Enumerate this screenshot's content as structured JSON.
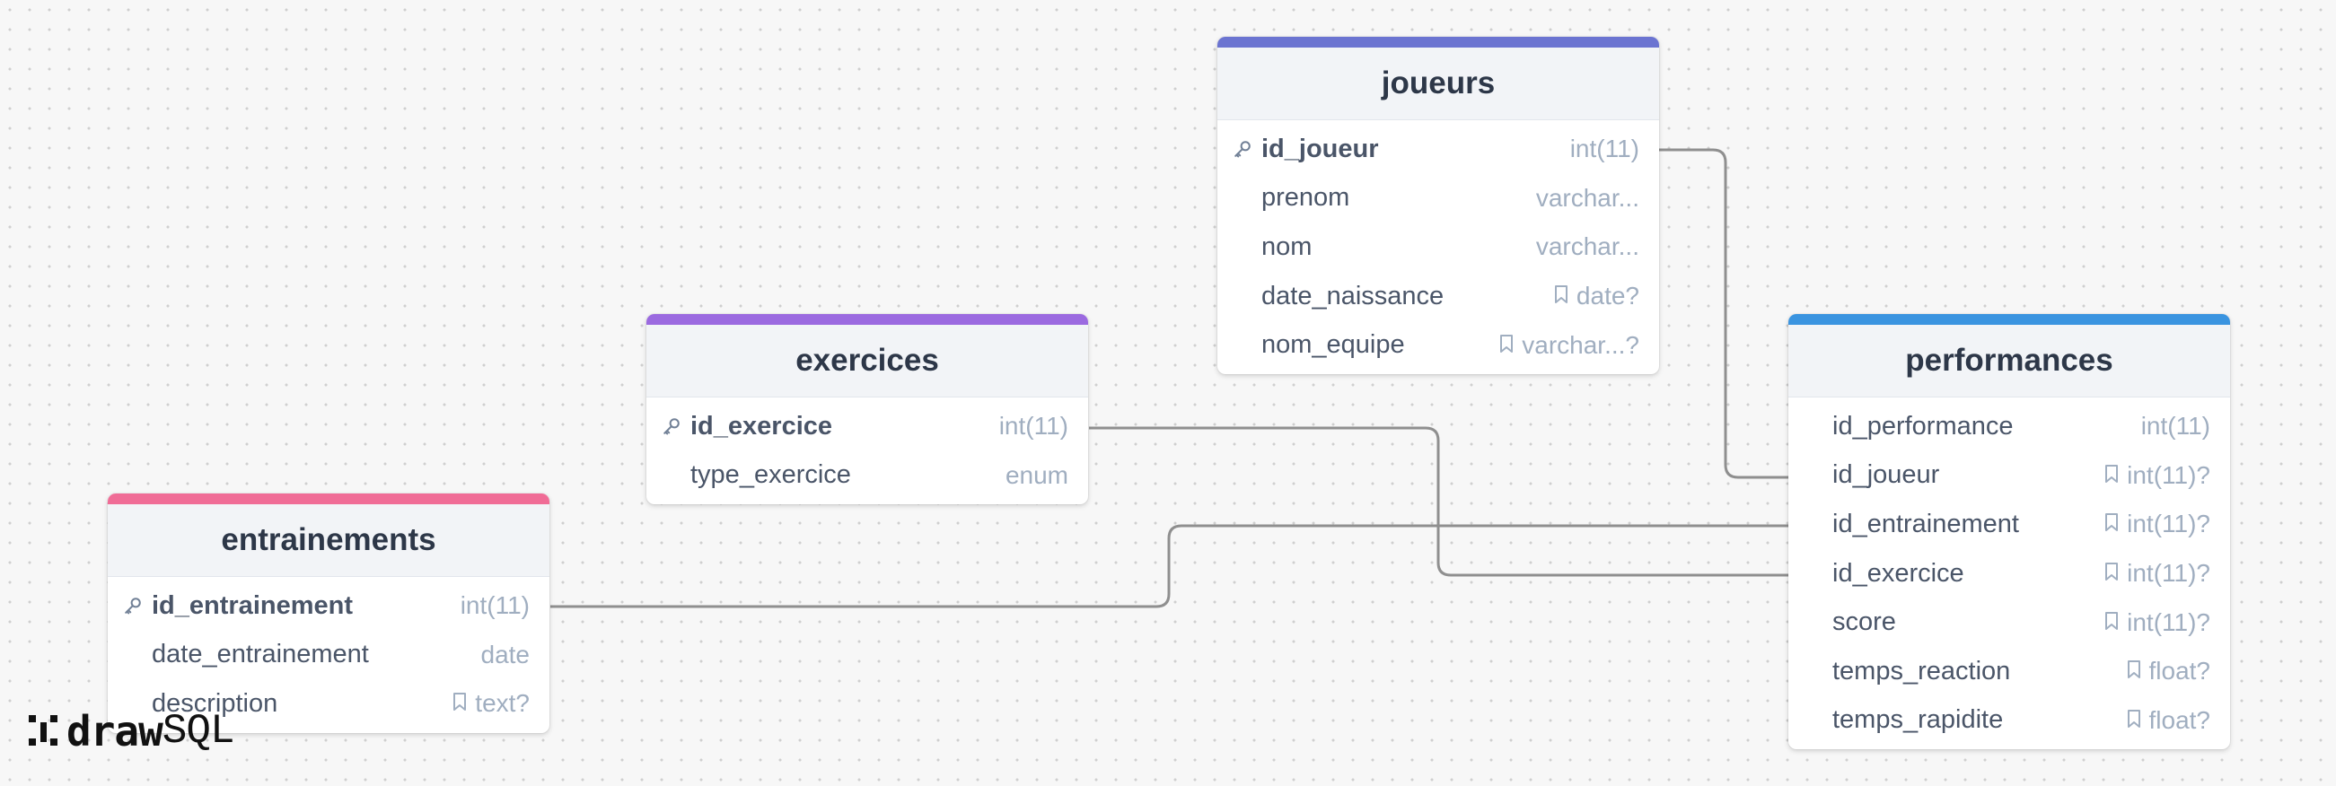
{
  "logo": {
    "part1": "draw",
    "part2": "SQL"
  },
  "tables": {
    "joueurs": {
      "name": "joueurs",
      "accent": "#6b74d1",
      "columns": [
        {
          "name": "id_joueur",
          "type": "int(11)",
          "pk": true
        },
        {
          "name": "prenom",
          "type": "varchar..."
        },
        {
          "name": "nom",
          "type": "varchar..."
        },
        {
          "name": "date_naissance",
          "type": "date?",
          "bookmark": true
        },
        {
          "name": "nom_equipe",
          "type": "varchar...?",
          "bookmark": true
        }
      ]
    },
    "exercices": {
      "name": "exercices",
      "accent": "#9b6ae0",
      "columns": [
        {
          "name": "id_exercice",
          "type": "int(11)",
          "pk": true
        },
        {
          "name": "type_exercice",
          "type": "enum"
        }
      ]
    },
    "entrainements": {
      "name": "entrainements",
      "accent": "#f06c96",
      "columns": [
        {
          "name": "id_entrainement",
          "type": "int(11)",
          "pk": true
        },
        {
          "name": "date_entrainement",
          "type": "date"
        },
        {
          "name": "description",
          "type": "text?",
          "bookmark": true
        }
      ]
    },
    "performances": {
      "name": "performances",
      "accent": "#3a94e0",
      "columns": [
        {
          "name": "id_performance",
          "type": "int(11)"
        },
        {
          "name": "id_joueur",
          "type": "int(11)?",
          "bookmark": true
        },
        {
          "name": "id_entrainement",
          "type": "int(11)?",
          "bookmark": true
        },
        {
          "name": "id_exercice",
          "type": "int(11)?",
          "bookmark": true
        },
        {
          "name": "score",
          "type": "int(11)?",
          "bookmark": true
        },
        {
          "name": "temps_reaction",
          "type": "float?",
          "bookmark": true
        },
        {
          "name": "temps_rapidite",
          "type": "float?",
          "bookmark": true
        }
      ]
    }
  },
  "relations": [
    {
      "from": "joueurs.id_joueur",
      "to": "performances.id_joueur"
    },
    {
      "from": "entrainements.id_entrainement",
      "to": "performances.id_entrainement"
    },
    {
      "from": "exercices.id_exercice",
      "to": "performances.id_exercice"
    }
  ]
}
